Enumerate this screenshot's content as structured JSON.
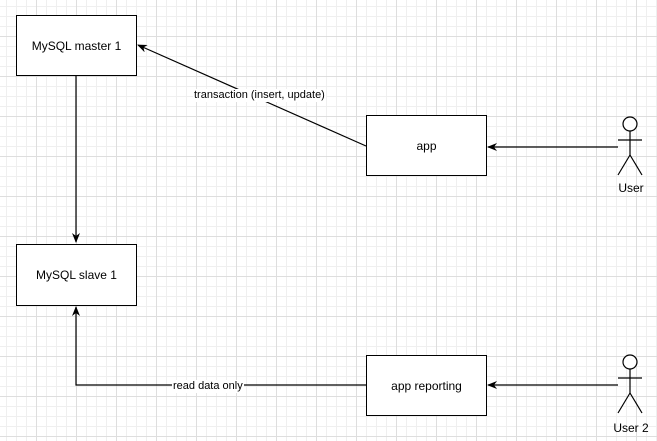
{
  "nodes": {
    "master": {
      "label": "MySQL master 1"
    },
    "slave": {
      "label": "MySQL slave 1"
    },
    "app": {
      "label": "app"
    },
    "reporting": {
      "label": "app reporting"
    }
  },
  "actors": {
    "user1": {
      "label": "User",
      "icon": "person-icon"
    },
    "user2": {
      "label": "User 2",
      "icon": "person-icon"
    }
  },
  "edges": {
    "app_to_master": {
      "label": "transaction (insert, update)"
    },
    "reporting_to_slave": {
      "label": "read data only"
    }
  },
  "colors": {
    "stroke": "#000000",
    "background": "#ffffff",
    "grid": "#dedede"
  }
}
